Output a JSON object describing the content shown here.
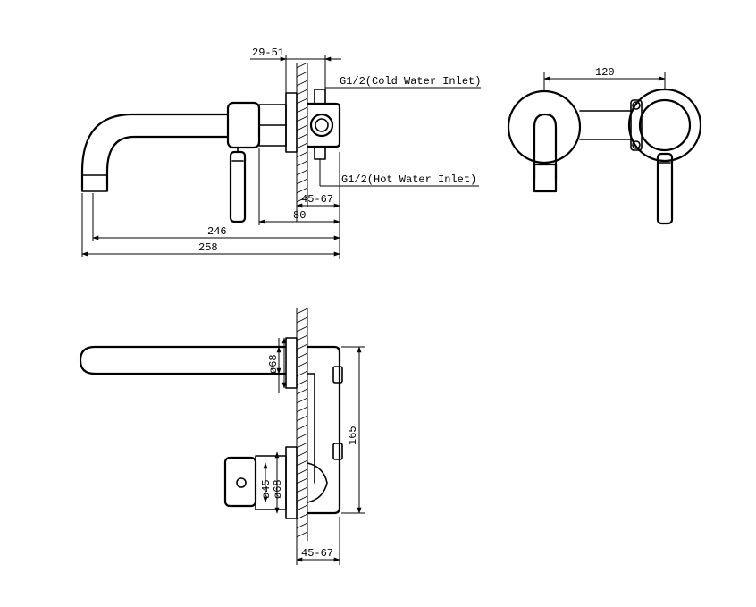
{
  "views": {
    "side": {
      "dims": {
        "wall_thickness": "29-51",
        "inlet_offset": "45-67",
        "body_depth": "80",
        "spout_to_wall": "246",
        "overall_length": "258"
      },
      "callouts": {
        "cold_inlet": "G1/2(Cold Water Inlet)",
        "hot_inlet": "G1/2(Hot Water Inlet)"
      }
    },
    "front": {
      "dims": {
        "centers": "120"
      }
    },
    "top": {
      "dims": {
        "spout_rosette_dia": "ø68",
        "handle_dia": "ø45",
        "handle_rosette_dia": "ø68",
        "body_height": "165",
        "inlet_offset": "45-67"
      }
    }
  }
}
